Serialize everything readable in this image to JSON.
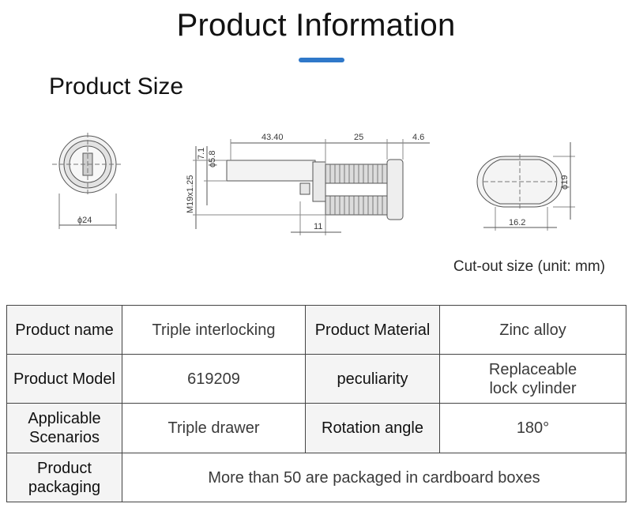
{
  "header": {
    "title": "Product Information",
    "accent_color": "#2f78c9"
  },
  "section": {
    "title": "Product Size"
  },
  "diagram": {
    "front_view": {
      "diameter": "ϕ24"
    },
    "side_view": {
      "dim_top_1": "43.40",
      "dim_top_2": "25",
      "dim_top_3": "4.6",
      "dim_left_1": "7.1",
      "dim_left_2": "ϕ5.8",
      "dim_left_3": "M19x1.25",
      "dim_bottom": "11"
    },
    "cutout_view": {
      "height": "ϕ19",
      "width": "16.2"
    },
    "caption": "Cut-out size (unit: mm)"
  },
  "specs": {
    "rows": [
      {
        "label_1": "Product name",
        "value_1": "Triple interlocking",
        "label_2": "Product Material",
        "value_2": "Zinc alloy"
      },
      {
        "label_1": "Product Model",
        "value_1": "619209",
        "label_2": "peculiarity",
        "value_2": "Replaceable\nlock cylinder"
      },
      {
        "label_1": "Applicable\nScenarios",
        "value_1": "Triple drawer",
        "label_2": "Rotation angle",
        "value_2": "180°"
      }
    ],
    "packaging": {
      "label": "Product\npackaging",
      "value": "More than 50 are packaged in cardboard boxes"
    }
  }
}
